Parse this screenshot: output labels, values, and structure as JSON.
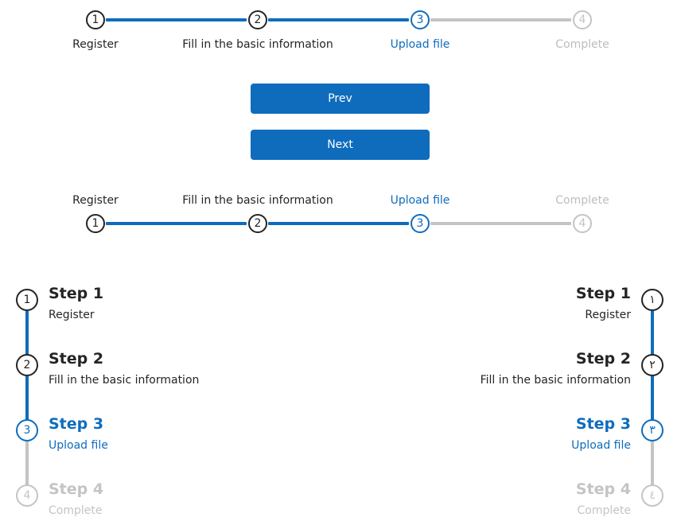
{
  "colors": {
    "accent": "#0f6cbd",
    "done_line": "#0f6cbd",
    "pending": "#c4c4c4",
    "text": "#242424",
    "button_text": "#ffffff"
  },
  "steps": [
    {
      "number": "1",
      "arabic_number": "١",
      "title": "Step 1",
      "label": "Register",
      "state": "done"
    },
    {
      "number": "2",
      "arabic_number": "٢",
      "title": "Step 2",
      "label": "Fill in the basic information",
      "state": "done"
    },
    {
      "number": "3",
      "arabic_number": "٣",
      "title": "Step 3",
      "label": "Upload file",
      "state": "current"
    },
    {
      "number": "4",
      "arabic_number": "٤",
      "title": "Step 4",
      "label": "Complete",
      "state": "pending"
    }
  ],
  "current_step": 3,
  "buttons": {
    "prev_label": "Prev",
    "next_label": "Next"
  }
}
